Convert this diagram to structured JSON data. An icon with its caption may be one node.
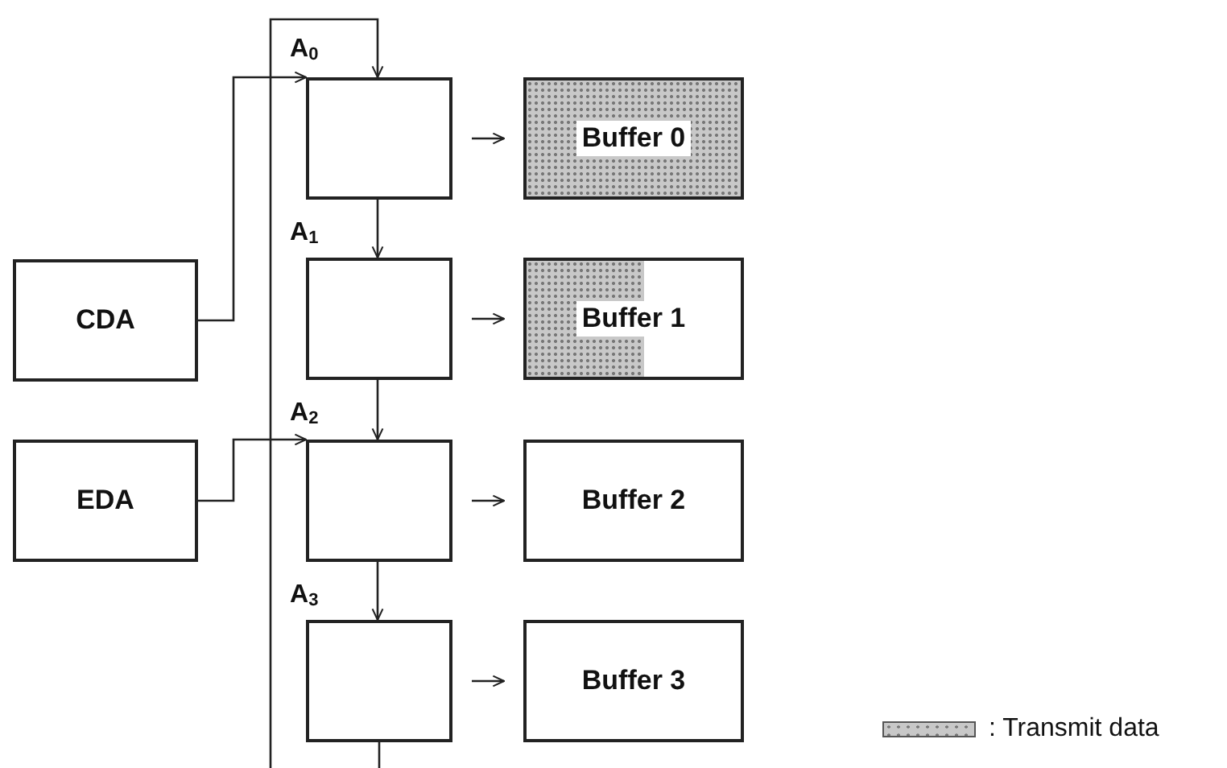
{
  "diagram": {
    "nodes": [
      {
        "text": [
          "CDA"
        ]
      },
      {
        "text": [
          "EDA"
        ]
      },
      {
        "text": [],
        "shape": "box"
      },
      {
        "text": [],
        "shape": "box"
      },
      {
        "text": [],
        "shape": "box"
      },
      {
        "text": [],
        "shape": "box"
      },
      {
        "text": [
          "Buffer 0"
        ]
      },
      {
        "text": [
          "Buffer 1"
        ]
      },
      {
        "text": [
          "Buffer 2"
        ]
      },
      {
        "text": [
          "Buffer 3"
        ]
      }
    ],
    "edges": [
      {
        "from": 0,
        "to": 2,
        "arrow": "to"
      },
      {
        "from": 1,
        "to": 4,
        "arrow": "to"
      },
      {
        "from": 2,
        "to": 3,
        "arrow": "to"
      },
      {
        "from": 3,
        "to": 4,
        "arrow": "to"
      },
      {
        "from": 4,
        "to": 5,
        "arrow": "to"
      },
      {
        "from": 2,
        "to": 6,
        "arrow": "to"
      },
      {
        "from": 3,
        "to": 7,
        "arrow": "to"
      },
      {
        "from": 4,
        "to": 8,
        "arrow": "to"
      },
      {
        "from": 5,
        "to": 9,
        "arrow": "to"
      },
      {
        "from": null,
        "to": 2,
        "arrow": "to"
      },
      {
        "from": 5,
        "to": null,
        "arrow": "none"
      }
    ],
    "labels": [
      "A$_{0}$",
      "A$_{1}$",
      "A$_{2}$",
      "A$_{3}$"
    ],
    "legend": [
      {
        "text": ": Transmit data",
        "color": "#c8c8c8"
      }
    ]
  }
}
